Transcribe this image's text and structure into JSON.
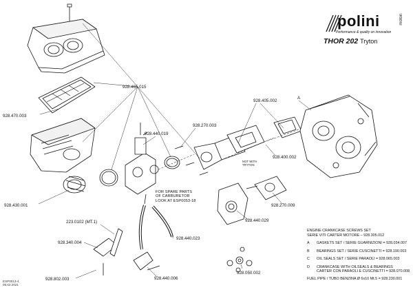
{
  "brand": {
    "name": "polini",
    "sub": "motori",
    "slogan": "Performance & quality on innovation",
    "model": "THOR 202",
    "variant": "Tryton"
  },
  "parts": {
    "p1": "928.465.015",
    "p2": "928.470.003",
    "p3": "928.430.001",
    "p4": "928.440.019",
    "p5": "928.270.003",
    "p6": "928.405.002",
    "p7": "928.400.002",
    "p8": "928.270.009",
    "p9": "928.440.029",
    "p10": "928.050.002",
    "p11": "223.0102 (MT.1)",
    "p12": "928.340.004",
    "p13": "928.440.023",
    "p14": "928.802.003",
    "p15": "928.440.006",
    "ref_a": "A"
  },
  "notes": {
    "not_with_1": "NOT WITH",
    "not_with_2": "TRYTON",
    "spare_1": "FOR SPARE PARTS",
    "spare_2": "OF CARBURETOR",
    "spare_3": "LOOK AT ESP0053-18"
  },
  "legend": {
    "screws_1": "ENGINE CRANKCASE SCREWS SET",
    "screws_2": "SERIE VITI CARTER MOTORE  –  928.305.012",
    "a_key": "A",
    "a_text": "GASKETS SET / SERIE GUARNIZIONI  =  928.034.007",
    "b_key": "B",
    "b_text": "BEARINGS SET / SERIE CUSCINETTI  =  928.190.003",
    "c_key": "C",
    "c_text": "OIL SEALS SET / SERIE PARAOLI  =  928.065.003",
    "d_key": "D",
    "d_text_1": "CRANKCASE WITH OILSEALS & BEARINGS",
    "d_text_2": "CARTER CON PARAOLI E CUSCINETTI  =  928.070.008",
    "fuel": "FUEL PIPE / TUBO BENZINA Ø 6x10  Mt.5  =  928.230.001"
  },
  "footer": {
    "code": "ESP0013-4",
    "date": "05.02.2021"
  }
}
